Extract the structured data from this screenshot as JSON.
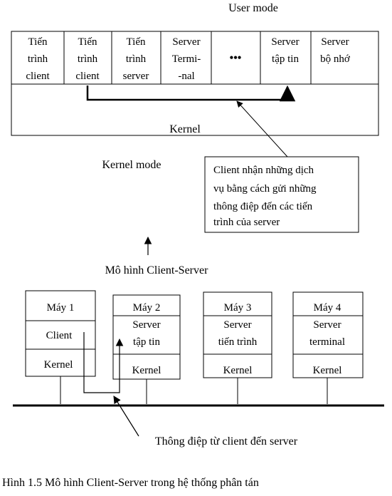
{
  "top": {
    "user_mode_label": "User mode",
    "kernel_label": "Kernel",
    "kernel_mode_label": "Kernel mode",
    "processes": [
      {
        "lines": [
          "Tiến",
          "trình",
          "client"
        ]
      },
      {
        "lines": [
          "Tiến",
          "trình",
          "client"
        ]
      },
      {
        "lines": [
          "Tiến",
          "trình",
          "server"
        ]
      },
      {
        "lines": [
          "Server",
          "Termi-",
          "-nal"
        ]
      },
      {
        "lines": [
          "•••"
        ]
      },
      {
        "lines": [
          "Server",
          "tập tin"
        ]
      },
      {
        "lines": [
          "Server",
          "bộ nhớ"
        ]
      }
    ],
    "note_lines": [
      "Client nhận những dịch",
      "vụ bằng cách gửi những",
      "thông điệp đến các tiến",
      "trình của server"
    ]
  },
  "model_label": "Mô hình Client-Server",
  "machines": [
    {
      "title": "Máy 1",
      "service": [
        "Client"
      ],
      "kernel": "Kernel"
    },
    {
      "title": "Máy 2",
      "service": [
        "Server",
        "tập tin"
      ],
      "kernel": "Kernel"
    },
    {
      "title": "Máy 3",
      "service": [
        "Server",
        "tiến trình"
      ],
      "kernel": "Kernel"
    },
    {
      "title": "Máy 4",
      "service": [
        "Server",
        "terminal"
      ],
      "kernel": "Kernel"
    }
  ],
  "message_label": "Thông điệp từ client đến server",
  "caption": "Hình 1.5 Mô hình Client-Server trong hệ thống phân tán",
  "colors": {
    "stroke": "#000000",
    "background": "#ffffff"
  }
}
